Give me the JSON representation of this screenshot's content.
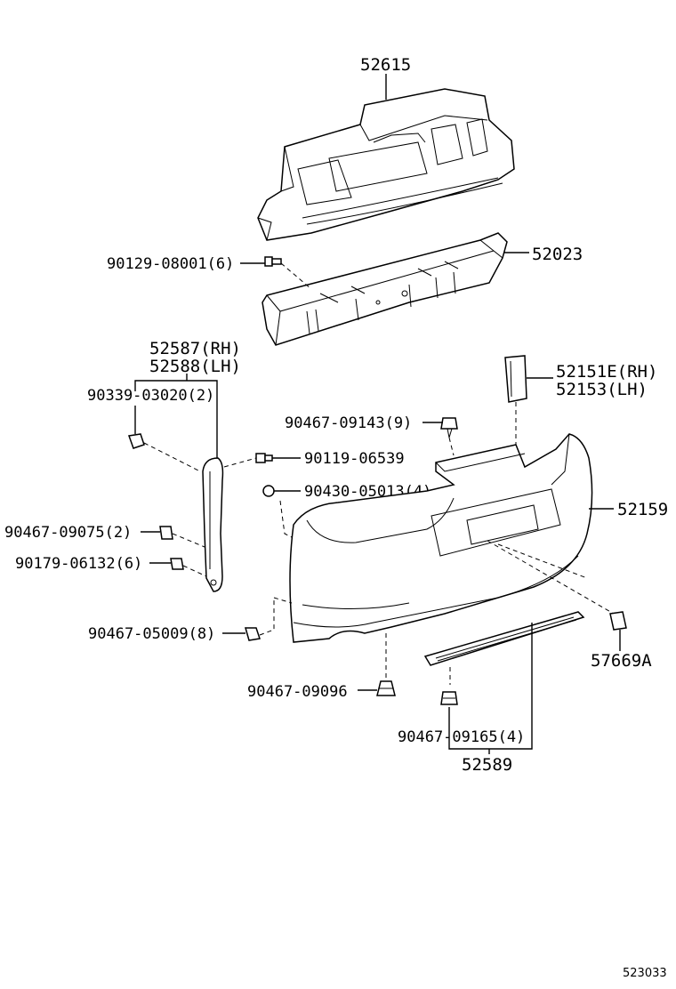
{
  "diagram": {
    "labels": {
      "p52615": "52615",
      "p52023": "52023",
      "p90129": "90129-08001(6)",
      "p52587": "52587(RH)",
      "p52588": "52588(LH)",
      "p90339": "90339-03020(2)",
      "p52151e": "52151E(RH)",
      "p52153": "52153(LH)",
      "p90467_09143": "90467-09143(9)",
      "p90119": "90119-06539",
      "p90430": "90430-05013(4)",
      "p52159": "52159",
      "p90467_09075": "90467-09075(2)",
      "p90179": "90179-06132(6)",
      "p90467_05009": "90467-05009(8)",
      "p57669a": "57669A",
      "p90467_09096": "90467-09096",
      "p90467_09165": "90467-09165(4)",
      "p52589": "52589"
    },
    "figure_code": "523033"
  }
}
